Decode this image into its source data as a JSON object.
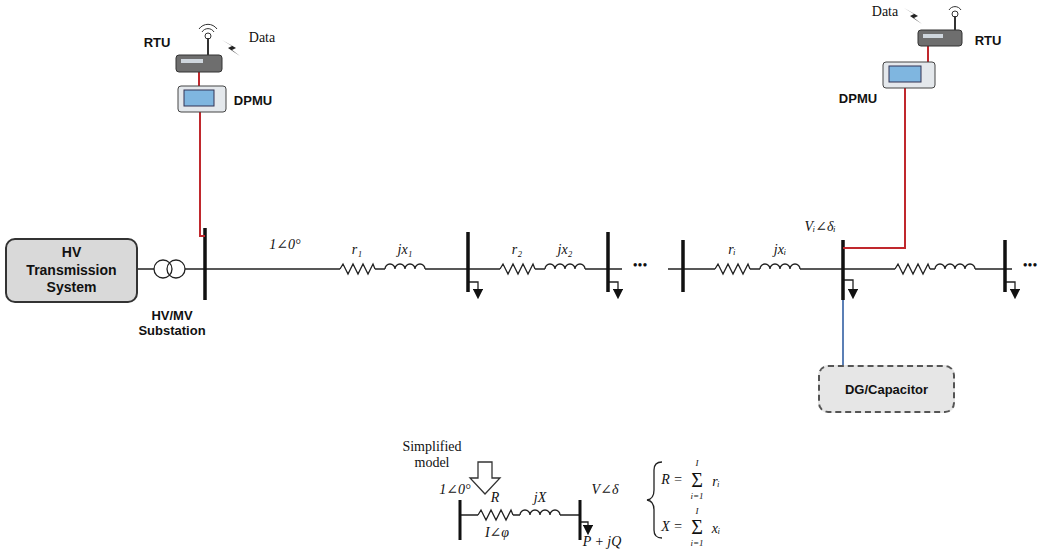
{
  "diagram": {
    "nodes": [
      {
        "text": [
          "HV Transmission System"
        ]
      },
      {
        "text": [
          "DG/Capacitor"
        ]
      }
    ],
    "labels": [
      "RTU",
      "Data",
      "DPMU",
      "1∠0°",
      "r₁",
      "jx₁",
      "r₂",
      "jx₂",
      "•••",
      "rᵢ",
      "jxᵢ",
      "Vᵢ∠δᵢ",
      "Data",
      "RTU",
      "DPMU",
      "•••",
      "HV/MV Substation",
      "Simplified model",
      "1∠0°",
      "R",
      "jX",
      "V∠δ",
      "I∠φ",
      "P + jQ",
      "R =",
      "Σ",
      "I",
      "i=1",
      "rᵢ",
      "X =",
      "Σ",
      "I",
      "i=1",
      "xᵢ"
    ]
  }
}
